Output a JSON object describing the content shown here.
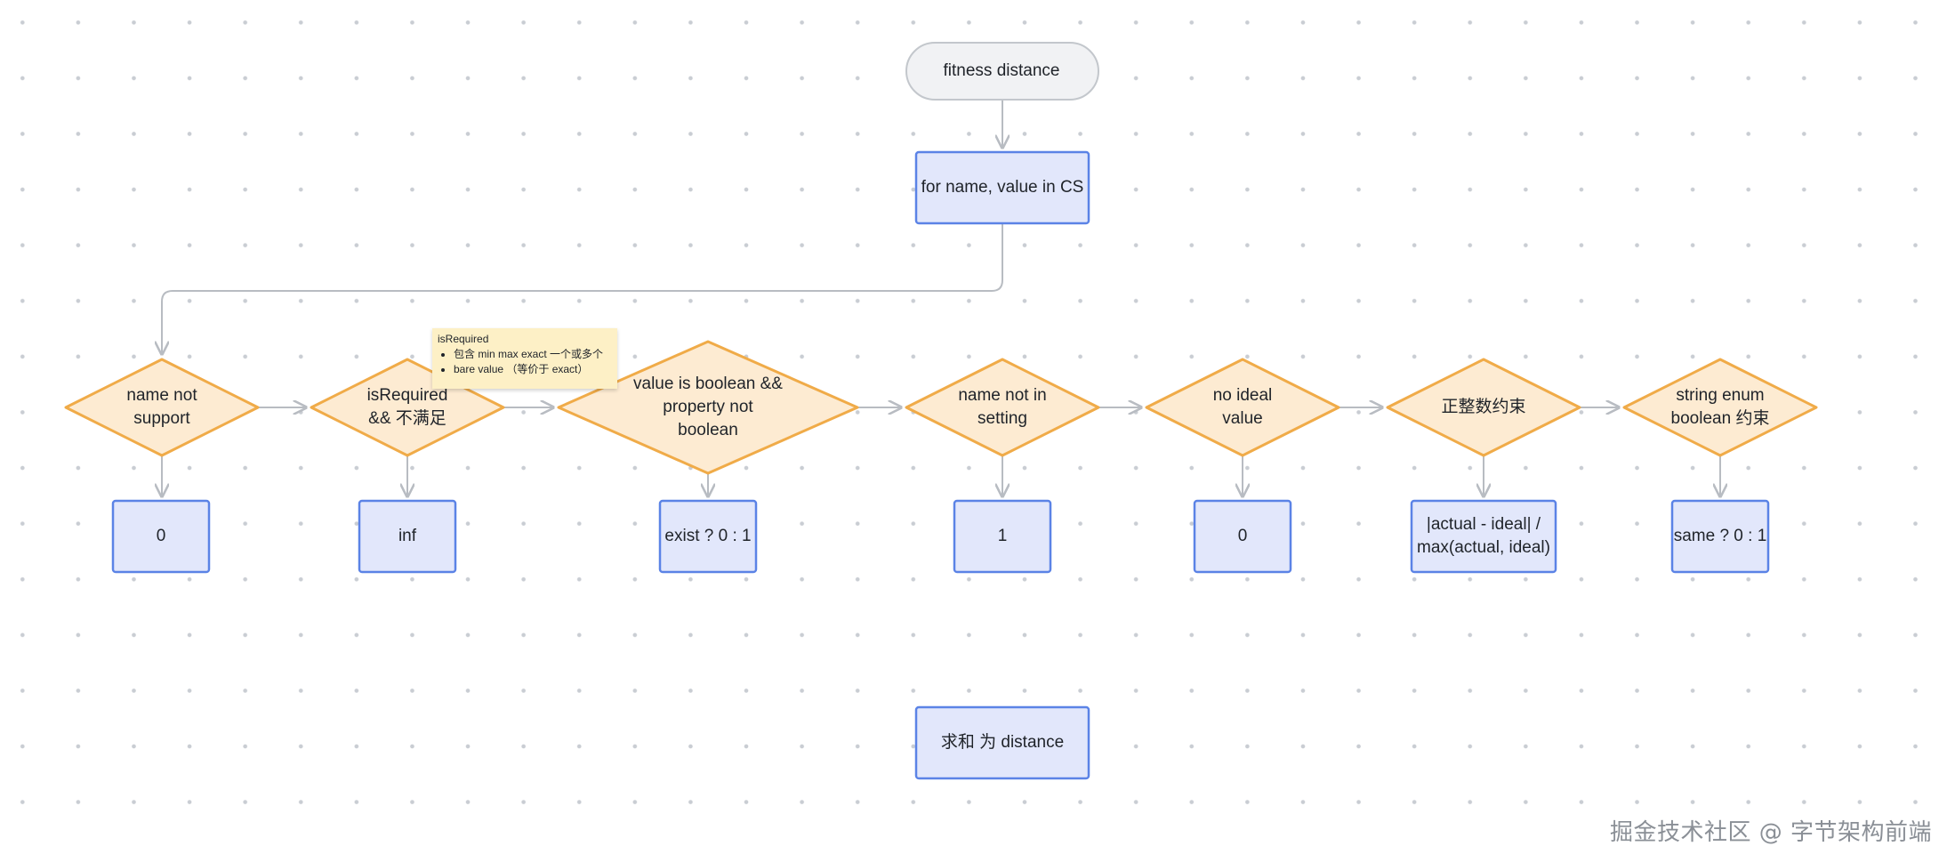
{
  "diagram": {
    "start": "fitness distance",
    "loop": "for name, value in CS",
    "decisions": [
      "name not\nsupport",
      "isRequired\n&& 不满足",
      "value is boolean &&\nproperty not\nboolean",
      "name not in\nsetting",
      "no ideal\nvalue",
      "正整数约束",
      "string enum\nboolean 约束"
    ],
    "results": [
      "0",
      "inf",
      "exist ? 0 : 1",
      "1",
      "0",
      "|actual - ideal| /\nmax(actual, ideal)",
      "same ? 0 : 1"
    ],
    "end": "求和 为 distance",
    "note": {
      "title": "isRequired",
      "items": [
        "包含 min max exact 一个或多个",
        "bare value （等价于 exact）"
      ]
    },
    "colors": {
      "start_fill": "#f1f2f4",
      "start_stroke": "#c3c7cc",
      "process_fill": "#e2e7fb",
      "process_stroke": "#5b83e6",
      "decision_fill": "#fdebd2",
      "decision_stroke": "#f0ab48",
      "edge": "#b8bcc2"
    }
  },
  "watermark": "掘金技术社区 @ 字节架构前端"
}
